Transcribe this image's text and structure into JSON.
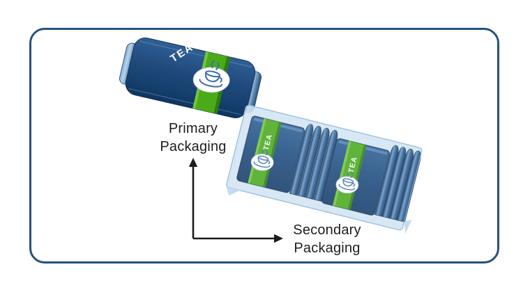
{
  "labels": {
    "primary": "Primary Packaging",
    "secondary": "Secondary Packaging"
  },
  "brand": {
    "tea": "TEA"
  },
  "colors": {
    "frame_border": "#24527f",
    "packet_blue_dark": "#16406f",
    "packet_blue_mid": "#2d5e93",
    "packet_blue_light": "#6f9fcc",
    "band_green": "#4aab19",
    "band_green_light": "#72c63e",
    "band_green_dark": "#2e7d10",
    "wrap_translucent_blue": "#cfe4f3",
    "teacup_line_blue": "#3f6fa5",
    "label_white": "#ffffff",
    "arrow_and_text": "#1c1c1c",
    "background": "#ffffff"
  },
  "icons": {
    "teacup_icon": "☕",
    "up_arrow_icon": "↑",
    "right_arrow_icon": "→"
  }
}
